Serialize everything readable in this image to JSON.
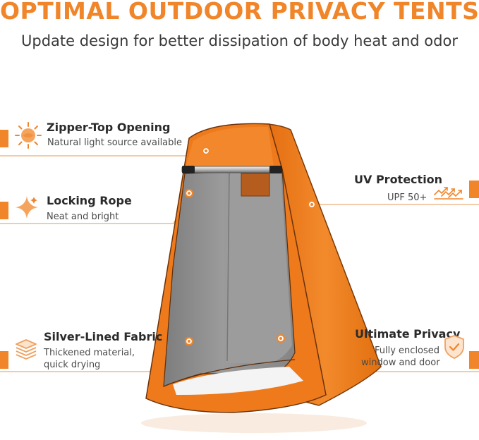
{
  "title": "OPTIMAL OUTDOOR PRIVACY TENTS",
  "subtitle": "Update design for better dissipation of body heat and odor",
  "features": {
    "zipper": {
      "title": "Zipper-Top Opening",
      "desc": "Natural light source available",
      "icon": "sun-icon"
    },
    "rope": {
      "title": "Locking Rope",
      "desc": "Neat and bright",
      "icon": "sparkle-icon"
    },
    "fabric": {
      "title": "Silver-Lined Fabric",
      "desc_line1": "Thickened material,",
      "desc_line2": "quick drying",
      "icon": "layers-icon"
    },
    "uv": {
      "title": "UV  Protection",
      "desc": "UPF 50+",
      "icon": "uv-rays-icon"
    },
    "privacy": {
      "title": "Ultimate Privacy",
      "desc_line1": "Fully enclosed",
      "desc_line2": "window and door",
      "icon": "shield-check-icon"
    }
  },
  "colors": {
    "accent": "#f0852a",
    "tent_orange": "#ee7a1c",
    "tent_gray": "#8f8f8f",
    "text_dark": "#2b2b2b"
  }
}
